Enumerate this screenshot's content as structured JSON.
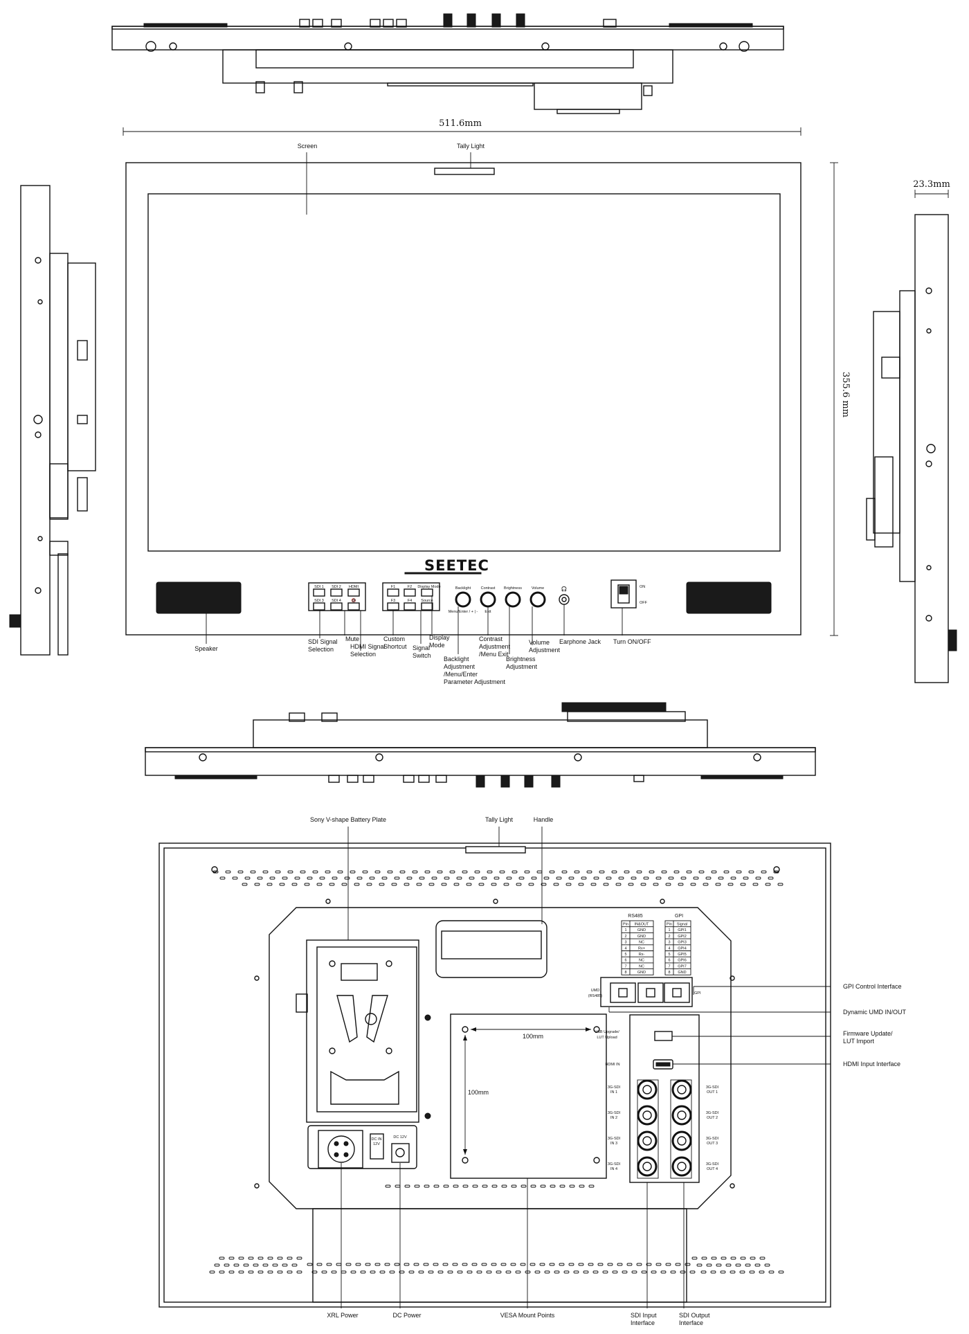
{
  "brand": "SEETEC",
  "dimensions": {
    "width": "511.6mm",
    "height": "355.6 mm",
    "depth": "23.3mm",
    "vesa_h": "100mm",
    "vesa_v": "100mm"
  },
  "front_callouts": {
    "screen": "Screen",
    "tally_light": "Tally Light",
    "speaker": "Speaker",
    "sdi_selection": [
      "SDI Signal",
      "Selection"
    ],
    "mute": "Mute",
    "hdmi_selection": [
      "HDMI Signal",
      "Selection"
    ],
    "custom_shortcut": [
      "Custom",
      "Shortcut"
    ],
    "signal_switch": [
      "Signal",
      "Switch"
    ],
    "display_mode": [
      "Display",
      "Mode"
    ],
    "backlight_adj": [
      "Backlight",
      "Adjustment",
      "/Menu/Enter",
      "Parameter Adjustment"
    ],
    "contrast_adj": [
      "Contrast",
      "Adjustment",
      "/Menu Exit"
    ],
    "brightness_adj": [
      "Brightness",
      "Adjustment"
    ],
    "volume_adj": [
      "Volume",
      "Adjustment"
    ],
    "earphone_jack": "Earphone Jack",
    "power_switch": "Turn ON/OFF"
  },
  "front_panel": {
    "buttons": [
      "SDI 1",
      "SDI 2",
      "HDMI",
      "SDI 3",
      "SDI 4",
      "F1",
      "F2",
      "Display Mode",
      "F3",
      "F4",
      "Source"
    ],
    "knobs": [
      "Backlight",
      "Contrast",
      "Brightness",
      "Volume"
    ],
    "knob_sub": [
      "Menu/Enter / + | -",
      "Exit"
    ],
    "switch_on": "ON",
    "switch_off": "OFF"
  },
  "rear_callouts": {
    "battery_plate": "Sony V-shape Battery Plate",
    "tally_light": "Tally Light",
    "handle": "Handle",
    "gpi_control": "GPI Control Interface",
    "umd": "Dynamic UMD IN/OUT",
    "firmware": [
      "Firmware Update/",
      "LUT Import"
    ],
    "hdmi_input": "HDMI Input Interface",
    "xrl_power": "XRL Power",
    "dc_power": "DC Power",
    "vesa": "VESA Mount Points",
    "sdi_input": [
      "SDI Input",
      "Interface"
    ],
    "sdi_output": [
      "SDI Output",
      "Interface"
    ]
  },
  "rear_panel": {
    "rs485_title": "RS485",
    "gpi_title": "GPI",
    "rs485_header": [
      "Pin",
      "IN&OUT"
    ],
    "rs485_rows": [
      [
        "1",
        "GND"
      ],
      [
        "2",
        "GND"
      ],
      [
        "3",
        "NC"
      ],
      [
        "4",
        "Rx+"
      ],
      [
        "5",
        "Rx-"
      ],
      [
        "6",
        "NC"
      ],
      [
        "7",
        "NC"
      ],
      [
        "8",
        "GND"
      ]
    ],
    "gpi_header": [
      "Pin",
      "Signal"
    ],
    "gpi_rows": [
      [
        "1",
        "GPI1"
      ],
      [
        "2",
        "GPI2"
      ],
      [
        "3",
        "GPI3"
      ],
      [
        "4",
        "GPI4"
      ],
      [
        "5",
        "GPI5"
      ],
      [
        "6",
        "GPI6"
      ],
      [
        "7",
        "GPI7"
      ],
      [
        "8",
        "GND"
      ]
    ],
    "umd_port": [
      "UMD",
      "(RS485)"
    ],
    "gpi_port": "GPI",
    "usb_label": [
      "USB Upgrade/",
      "LUT Upload"
    ],
    "hdmi_in": "HDMI IN",
    "sdi_in": [
      [
        "3G-SDI",
        "IN 1"
      ],
      [
        "3G-SDI",
        "IN 2"
      ],
      [
        "3G-SDI",
        "IN 3"
      ],
      [
        "3G-SDI",
        "IN 4"
      ]
    ],
    "sdi_out": [
      [
        "3G-SDI",
        "OUT 1"
      ],
      [
        "3G-SDI",
        "OUT 2"
      ],
      [
        "3G-SDI",
        "OUT 3"
      ],
      [
        "3G-SDI",
        "OUT 4"
      ]
    ],
    "dc_in": [
      "DC IN",
      "12V"
    ],
    "dc_spec": "DC 12V"
  }
}
